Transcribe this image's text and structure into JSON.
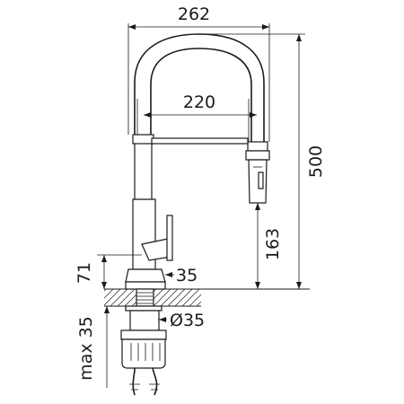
{
  "dimensions": {
    "overall_width": "262",
    "spout_reach": "220",
    "total_height": "500",
    "spray_height": "163",
    "base_height": "71",
    "base_offset": "35",
    "hole_diameter": "Ø35",
    "max_thickness": "max 35"
  },
  "colors": {
    "line": "#1a1a1a",
    "background": "#ffffff"
  }
}
